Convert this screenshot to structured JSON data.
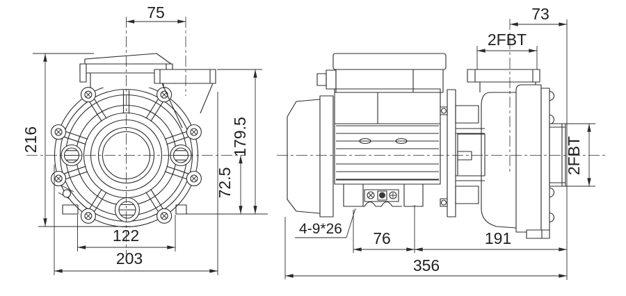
{
  "drawing": {
    "type": "pump dimensional drawing, front and side orthographic views",
    "line_color": "#2b2b2b",
    "background": "#ffffff"
  },
  "front_view": {
    "dim_outlet_offset_x": "75",
    "dim_overall_height": "216",
    "dim_outlet_height": "179.5",
    "dim_center_height": "72.5",
    "dim_foot_width": "122",
    "dim_overall_width": "203"
  },
  "side_view": {
    "dim_outlet_offset": "73",
    "dim_outlet_port": "2FBT",
    "dim_suction_port": "2FBT",
    "dim_mount_slots": "4-9*26",
    "dim_foot_length": "76",
    "dim_pump_length": "191",
    "dim_overall_length": "356"
  }
}
